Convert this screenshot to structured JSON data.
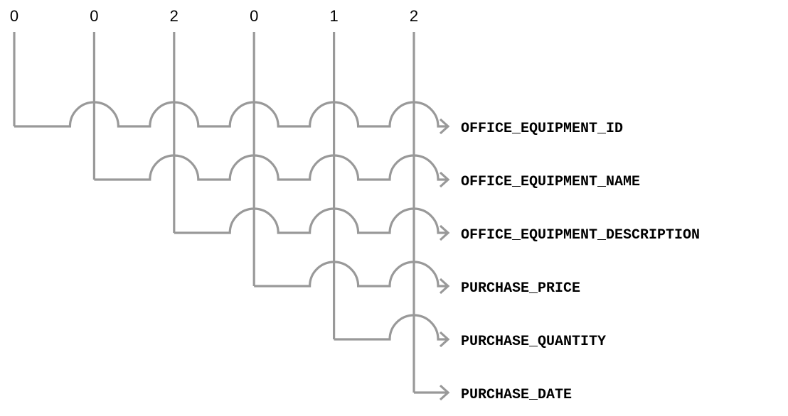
{
  "digits": [
    "0",
    "0",
    "2",
    "0",
    "1",
    "2"
  ],
  "outputs": [
    "OFFICE_EQUIPMENT_ID",
    "OFFICE_EQUIPMENT_NAME",
    "OFFICE_EQUIPMENT_DESCRIPTION",
    "PURCHASE_PRICE",
    "PURCHASE_QUANTITY",
    "PURCHASE_DATE"
  ],
  "colors": {
    "wire": "#999999",
    "text": "#000000"
  }
}
